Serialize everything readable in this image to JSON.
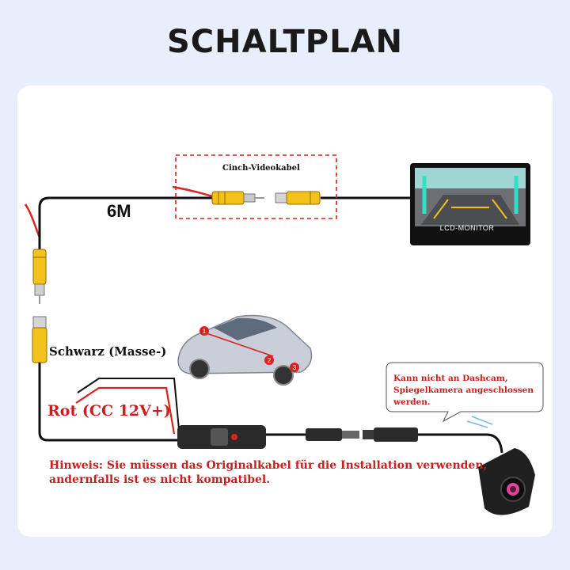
{
  "title": "SCHALTPLAN",
  "labels": {
    "video_cable": "Cinch-Videokabel",
    "cable_length": "6M",
    "monitor": "LCD-MONITOR",
    "black_wire": "Schwarz (Masse-)",
    "red_wire": "Rot (CC 12V+)",
    "warning": "Kann nicht an Dashcam, Spiegelkamera angeschlossen werden.",
    "note": "Hinweis: Sie müssen das Originalkabel für die Installation verwenden, andernfalls ist es nicht kompatibel."
  },
  "car_markers": [
    "1",
    "2",
    "3"
  ],
  "colors": {
    "wire_red": "#d9231f",
    "text_red": "#c8201f",
    "rca_yellow": "#f2c21b",
    "panel_bg": "#e9eefc"
  }
}
